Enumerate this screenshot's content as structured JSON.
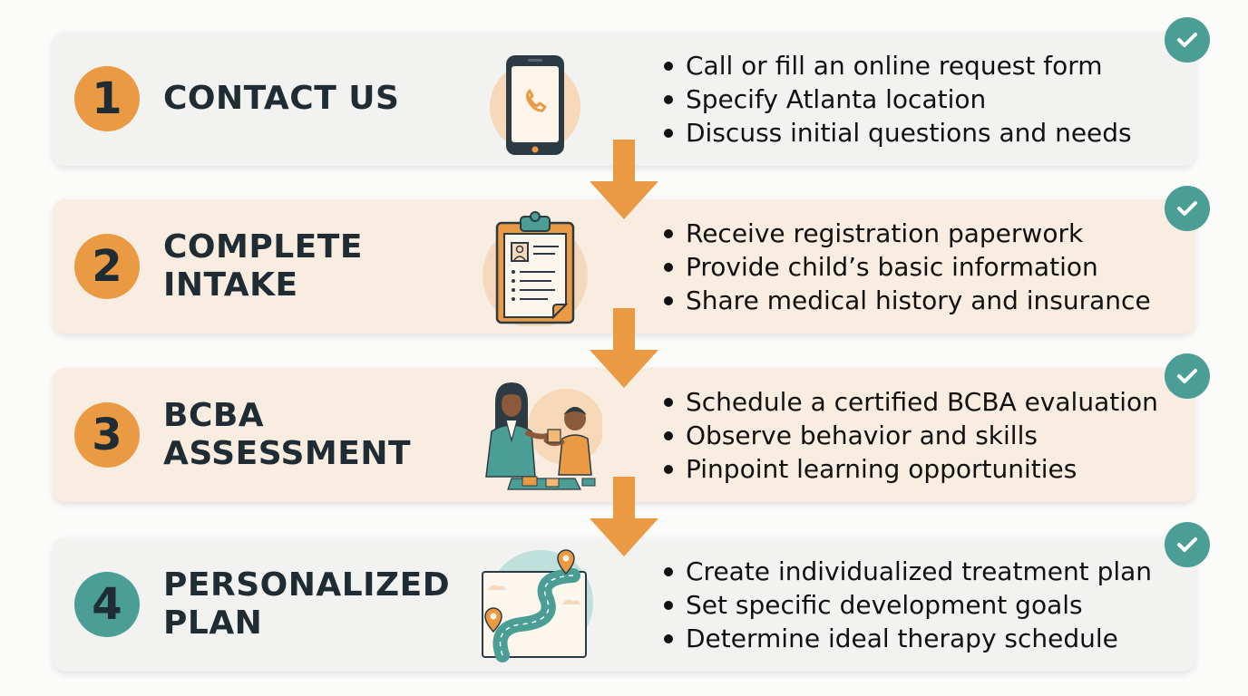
{
  "colors": {
    "orange": "#e99a42",
    "teal": "#4a9e96",
    "dark_text": "#1f2c33",
    "card_gray": "#f2f2f0",
    "card_peach": "#f8ede0"
  },
  "steps": [
    {
      "number": "1",
      "title_lines": [
        "CONTACT US"
      ],
      "icon": "phone-icon",
      "bullets": [
        "Call or fill an online request form",
        "Specify Atlanta location",
        "Discuss initial questions and needs"
      ]
    },
    {
      "number": "2",
      "title_lines": [
        "COMPLETE",
        "INTAKE"
      ],
      "icon": "clipboard-icon",
      "bullets": [
        "Receive registration paperwork",
        "Provide child’s basic information",
        "Share medical history and insurance"
      ]
    },
    {
      "number": "3",
      "title_lines": [
        "BCBA",
        "ASSESSMENT"
      ],
      "icon": "assessment-illustration",
      "bullets": [
        "Schedule a certified BCBA evaluation",
        "Observe behavior and skills",
        "Pinpoint learning opportunities"
      ]
    },
    {
      "number": "4",
      "title_lines": [
        "PERSONALIZED",
        "PLAN"
      ],
      "icon": "roadmap-icon",
      "bullets": [
        "Create individualized treatment plan",
        "Set specific development goals",
        "Determine ideal therapy schedule"
      ]
    }
  ]
}
